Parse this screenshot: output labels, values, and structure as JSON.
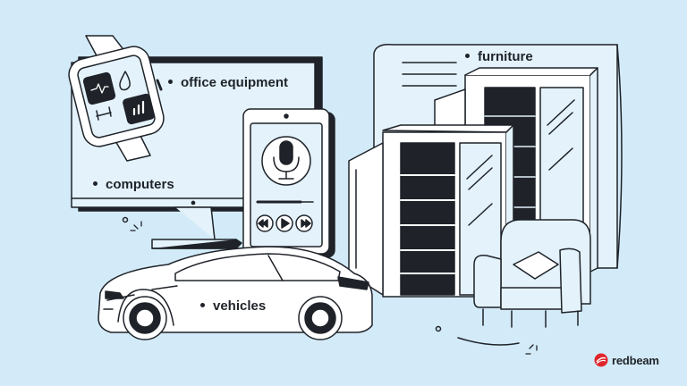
{
  "labels": {
    "office_equipment": "office equipment",
    "computers": "computers",
    "furniture": "furniture",
    "vehicles": "vehicles"
  },
  "brand": {
    "name": "redbeam",
    "color": "#e0262c"
  },
  "colors": {
    "background": "#d3ebf8",
    "outline": "#1f2329",
    "panel": "#e3f2fb",
    "white": "#ffffff",
    "dark": "#2b2e33"
  },
  "icons": {
    "watch_screens": [
      "heart-rate-icon",
      "water-drop-icon",
      "dumbbell-icon",
      "bar-chart-icon"
    ],
    "player": [
      "microphone-icon",
      "rewind-icon",
      "play-icon",
      "fast-forward-icon"
    ]
  }
}
